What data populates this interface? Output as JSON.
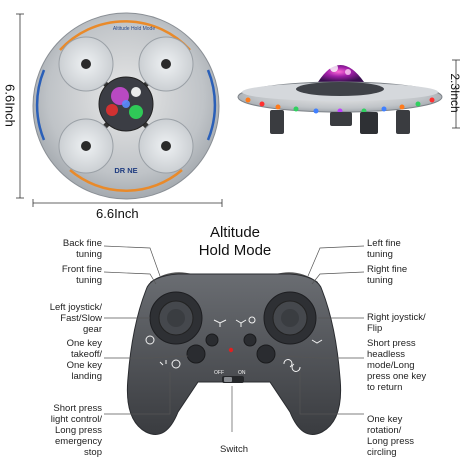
{
  "product": {
    "brand": "DR  NE",
    "top_mode": "Altitude Hold Mode"
  },
  "dimensions": {
    "height_left": "6.6Inch",
    "width_bottom": "6.6Inch",
    "height_right": "2.3Inch"
  },
  "title": "Altitude\nHold Mode",
  "labels": {
    "back_fine": "Back fine\ntuning",
    "front_fine": "Front fine\ntuning",
    "left_joystick": "Left joystick/\nFast/Slow\ngear",
    "one_key": "One key\ntakeoff/\nOne key\nlanding",
    "short_light": "Short press\nlight control/\nLong press\nemergency\nstop",
    "switch": "Switch",
    "left_fine": "Left fine\ntuning",
    "right_fine": "Right fine\ntuning",
    "right_joystick": "Right joystick/\nFlip",
    "headless": "Short press\nheadless\nmode/Long\npress one key\nto return",
    "rotation": "One key\nrotation/\nLong press\ncircling"
  },
  "controller": {
    "off": "OFF",
    "on": "ON"
  }
}
